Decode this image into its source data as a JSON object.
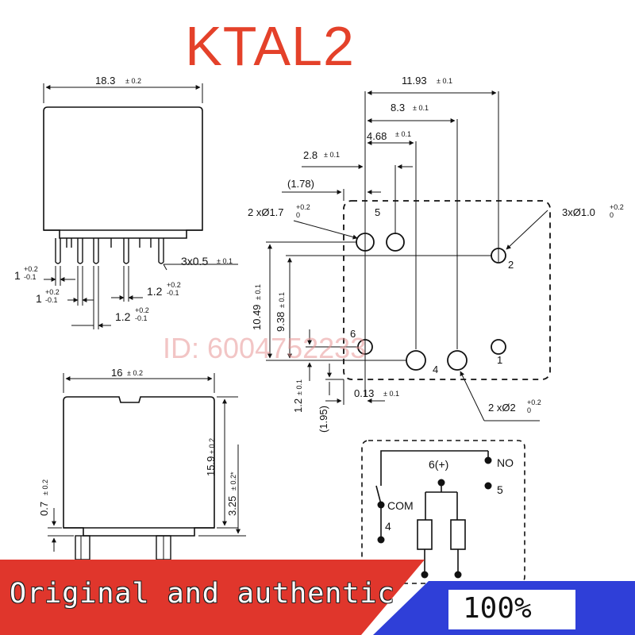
{
  "title": "KTAL2",
  "watermark": "ID: 6004752233",
  "banner": {
    "slogan": "Original and authentic",
    "percent": "100%",
    "red": "#e0362c",
    "blue": "#2f3fd8"
  },
  "colors": {
    "title": "#e4412a",
    "line": "#111111"
  },
  "side_view": {
    "width_dim": "18.3",
    "width_tol": "± 0.2",
    "pin_w_dim": "1",
    "pin_w_tol_up": "+0.2",
    "pin_w_tol_dn": "-0.1",
    "pin_gap1_dim": "1",
    "pin_gap1_tol_up": "+0.2",
    "pin_gap1_tol_dn": "-0.1",
    "pin_thk": "3x0.5",
    "pin_thk_tol": "± 0.1",
    "pin_gap2_dim": "1.2",
    "pin_gap2_tol_up": "+0.2",
    "pin_gap2_tol_dn": "-0.1",
    "pin_gap3_dim": "1.2",
    "pin_gap3_tol_up": "+0.2",
    "pin_gap3_tol_dn": "-0.1"
  },
  "front_view": {
    "width_dim": "16",
    "width_tol": "± 0.2",
    "height_dim": "15.9",
    "height_tol": "± 0.2",
    "pin_len_dim": "3.25",
    "pin_len_tol": "± 0.2*",
    "standoff_dim": "0.7",
    "standoff_tol": "± 0.2"
  },
  "footprint": {
    "d1": "11.93",
    "d1_tol": "± 0.1",
    "d2": "8.3",
    "d2_tol": "± 0.1",
    "d3": "4.68",
    "d3_tol": "± 0.1",
    "d4": "2.8",
    "d4_tol": "± 0.1",
    "d5": "(1.78)",
    "hole_big": "2 xØ1.7",
    "hole_big_tol_up": "+0.2",
    "hole_big_tol_dn": "0",
    "hole_small": "3xØ1.0",
    "hole_small_tol_up": "+0.2",
    "hole_small_tol_dn": "0",
    "hole_2": "2 xØ2",
    "hole_2_tol_up": "+0.2",
    "hole_2_tol_dn": "0",
    "v1": "10.49",
    "v1_tol": "± 0.1",
    "v2": "9.38",
    "v2_tol": "± 0.1",
    "v3": "1.2",
    "v3_tol": "± 0.1",
    "v4": "(1.95)",
    "h_small": "0.13",
    "h_small_tol": "± 0.1",
    "pins": {
      "p1": "1",
      "p2": "2",
      "p4": "4",
      "p5": "5",
      "p6": "6"
    }
  },
  "schematic": {
    "pos": "6(+)",
    "no": "NO",
    "com": "COM",
    "pin5": "5",
    "pin4": "4"
  }
}
